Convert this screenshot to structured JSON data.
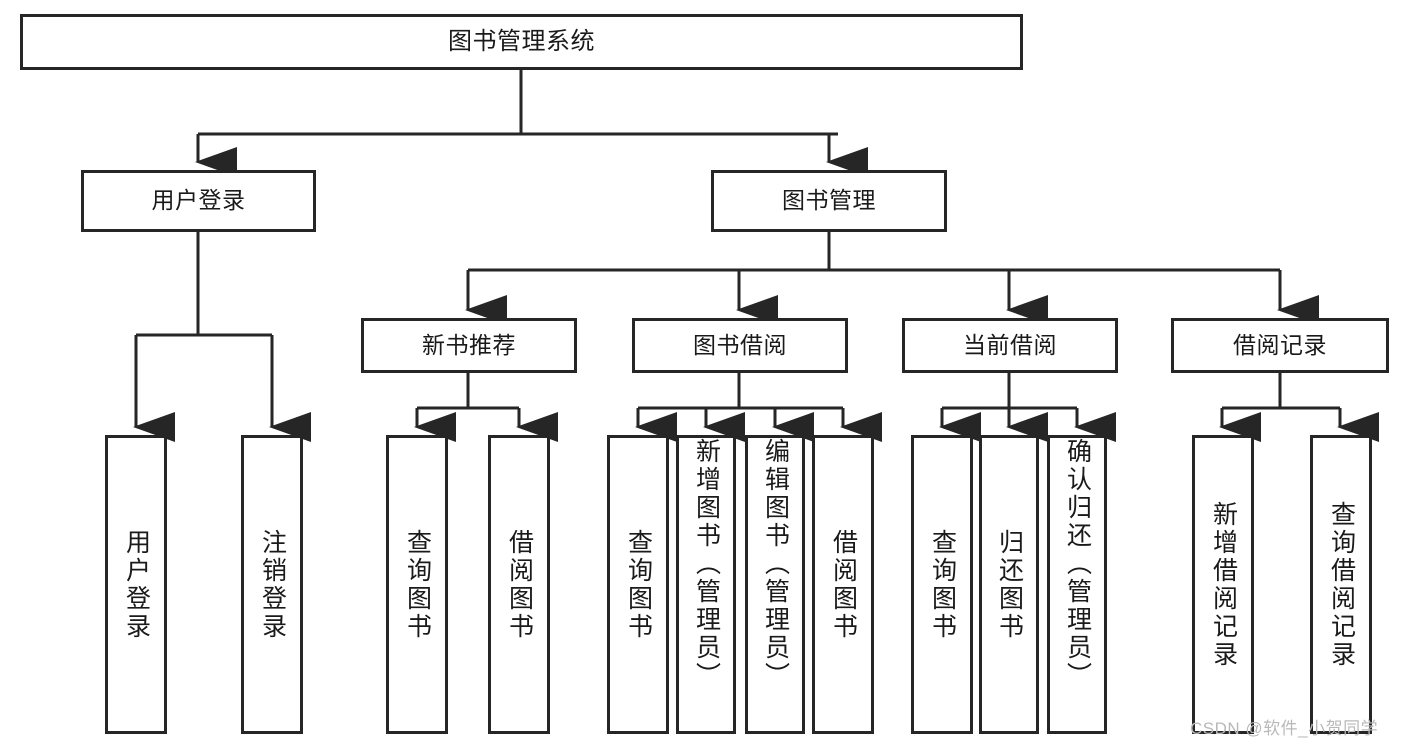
{
  "diagram": {
    "title": "图书管理系统",
    "root": {
      "label": "图书管理系统"
    },
    "level2": [
      {
        "label": "用户登录"
      },
      {
        "label": "图书管理"
      }
    ],
    "level3": [
      {
        "label": "新书推荐"
      },
      {
        "label": "图书借阅"
      },
      {
        "label": "当前借阅"
      },
      {
        "label": "借阅记录"
      }
    ],
    "leaves": {
      "user_login": [
        {
          "label": "用户登录"
        },
        {
          "label": "注销登录"
        }
      ],
      "new_book": [
        {
          "label": "查询图书"
        },
        {
          "label": "借阅图书"
        }
      ],
      "book_borrow": [
        {
          "label": "查询图书"
        },
        {
          "label": "新增图书（管理员）"
        },
        {
          "label": "编辑图书（管理员）"
        },
        {
          "label": "借阅图书"
        }
      ],
      "current_borrow": [
        {
          "label": "查询图书"
        },
        {
          "label": "归还图书"
        },
        {
          "label": "确认归还（管理员）"
        }
      ],
      "borrow_record": [
        {
          "label": "新增借阅记录"
        },
        {
          "label": "查询借阅记录"
        }
      ]
    }
  },
  "watermark": {
    "text": "CSDN @软件_小贺同学"
  },
  "colors": {
    "stroke": "#262626",
    "text": "#1a1a1a",
    "background": "#ffffff",
    "watermark": "#b9b9b9"
  }
}
